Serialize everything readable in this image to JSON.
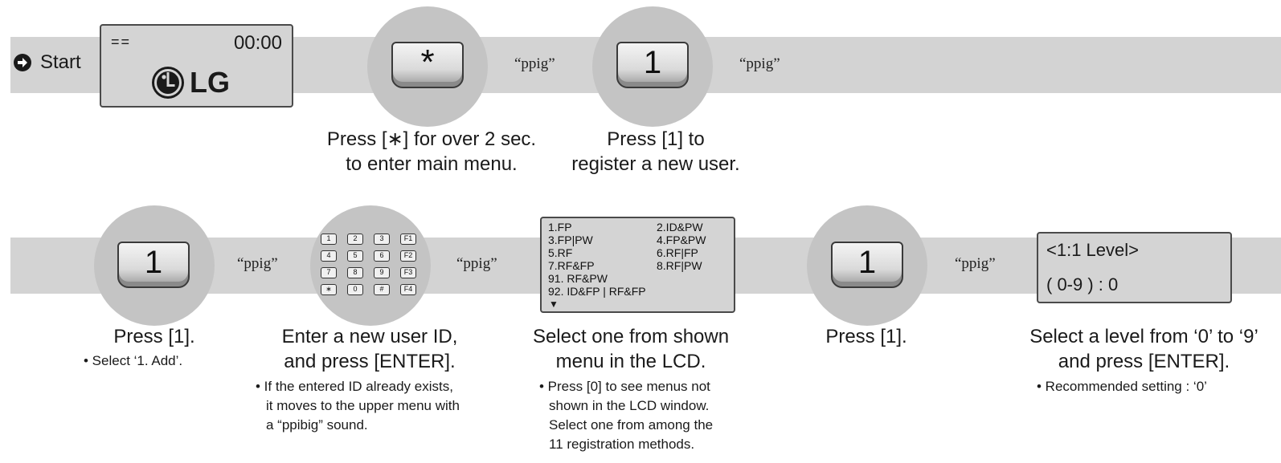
{
  "start": {
    "label": "Start",
    "icon": "arrow-circle-right-icon"
  },
  "lcd_start": {
    "signal": "==",
    "time": "00:00",
    "brand": "LG",
    "logo_icon": "lg-logo-icon"
  },
  "sound": "“ppig”",
  "row1": {
    "step1": {
      "key": "*",
      "caption_lines": [
        "Press [∗] for over 2 sec.",
        "to enter main menu."
      ]
    },
    "step2": {
      "key": "1",
      "caption_lines": [
        "Press [1] to",
        "register a new user."
      ]
    }
  },
  "row2": {
    "step1": {
      "key": "1",
      "caption": "Press [1].",
      "note": "• Select ‘1. Add’."
    },
    "step2": {
      "keypad": [
        "1",
        "2",
        "3",
        "F1",
        "4",
        "5",
        "6",
        "F2",
        "7",
        "8",
        "9",
        "F3",
        "∗",
        "0",
        "#",
        "F4"
      ],
      "caption_lines": [
        "Enter a new user ID,",
        "and press [ENTER]."
      ],
      "note_lines": [
        "• If the entered ID already exists,",
        "it moves to the upper menu with",
        "a “ppibig” sound."
      ]
    },
    "step3": {
      "menu_left": [
        "1.FP",
        "3.FP|PW",
        "5.RF",
        "7.RF&FP",
        "91. RF&PW",
        "92. ID&FP | RF&FP"
      ],
      "menu_right": [
        "2.ID&PW",
        "4.FP&PW",
        "6.RF|FP",
        "8.RF|PW"
      ],
      "more_indicator": "▼",
      "caption_lines": [
        "Select one from shown",
        "menu in the LCD."
      ],
      "note_lines": [
        "• Press [0] to see menus not",
        "shown in the LCD window.",
        "Select one from among the",
        "11 registration methods."
      ]
    },
    "step4": {
      "key": "1",
      "caption": "Press [1]."
    },
    "step5": {
      "lcd_line1": "<1:1 Level>",
      "lcd_line2": "( 0-9 ) : 0",
      "caption_lines": [
        "Select a level from ‘0’ to ‘9’",
        "and press [ENTER]."
      ],
      "note": "• Recommended setting : ‘0’"
    }
  }
}
